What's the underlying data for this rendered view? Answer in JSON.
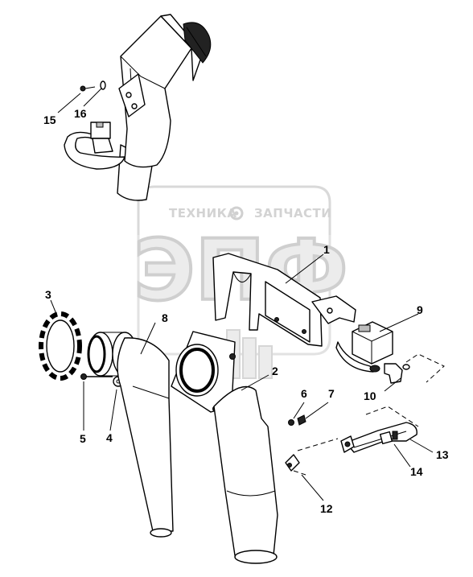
{
  "watermark": {
    "brand_text": "ТЕХНИКА",
    "brand_text_2": "ЗАПЧАСТИ",
    "logo_text": "ЭПФ"
  },
  "callouts": {
    "c1": "1",
    "c2": "2",
    "c3": "3",
    "c4": "4",
    "c5": "5",
    "c6": "6",
    "c7": "7",
    "c8": "8",
    "c9": "9",
    "c10": "10",
    "c11": "",
    "c12": "12",
    "c13": "13",
    "c14": "14",
    "c15": "15",
    "c16": "16"
  }
}
